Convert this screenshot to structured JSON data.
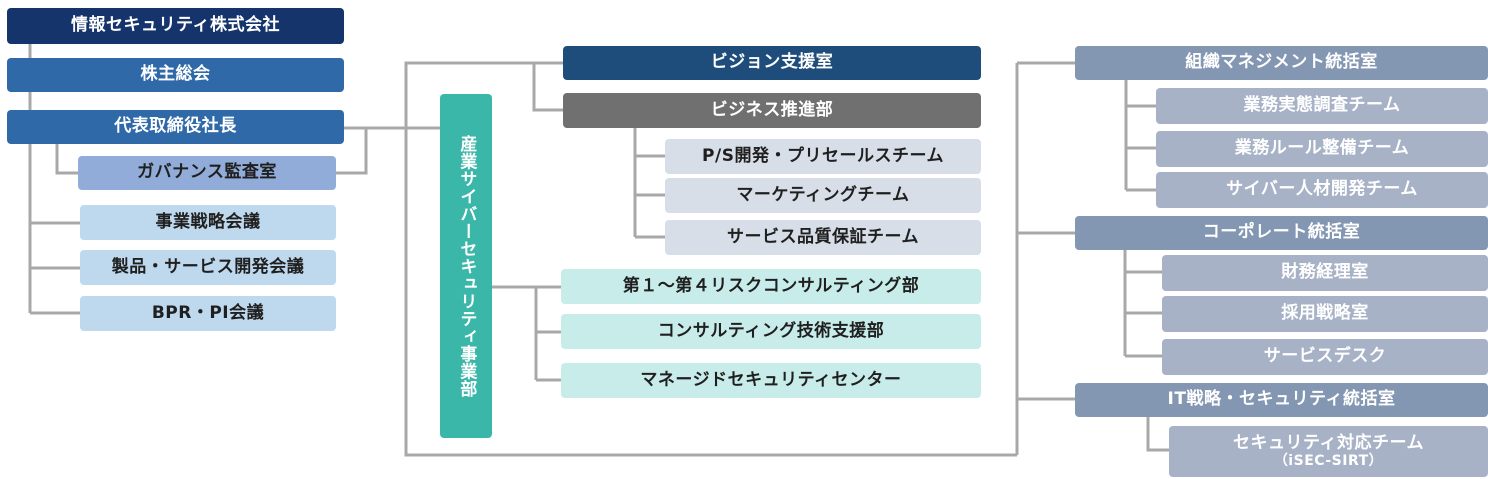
{
  "org": {
    "company": "情報セキュリティ株式会社",
    "shareholders": "株主総会",
    "ceo": "代表取締役社長",
    "governance": "ガバナンス監査室",
    "meetings": [
      "事業戦略会議",
      "製品・サービス開発会議",
      "BPR・PI会議"
    ],
    "industrial_division": "産業サイバーセキュリティ事業部",
    "vision": "ビジョン支援室",
    "business": "ビジネス推進部",
    "business_teams": [
      "P/S開発・プリセールスチーム",
      "マーケティングチーム",
      "サービス品質保証チーム"
    ],
    "consulting_units": [
      "第１～第４リスクコンサルティング部",
      "コンサルティング技術支援部",
      "マネージドセキュリティセンター"
    ],
    "org_mgmt": "組織マネジメント統括室",
    "org_mgmt_teams": [
      "業務実態調査チーム",
      "業務ルール整備チーム",
      "サイバー人材開発チーム"
    ],
    "corporate": "コーポレート統括室",
    "corporate_teams": [
      "財務経理室",
      "採用戦略室",
      "サービスデスク"
    ],
    "it": "IT戦略・セキュリティ統括室",
    "it_team": "セキュリティ対応チーム",
    "it_team_sub": "（iSEC-SIRT）"
  },
  "colors": {
    "line": "#a8a8a8"
  }
}
